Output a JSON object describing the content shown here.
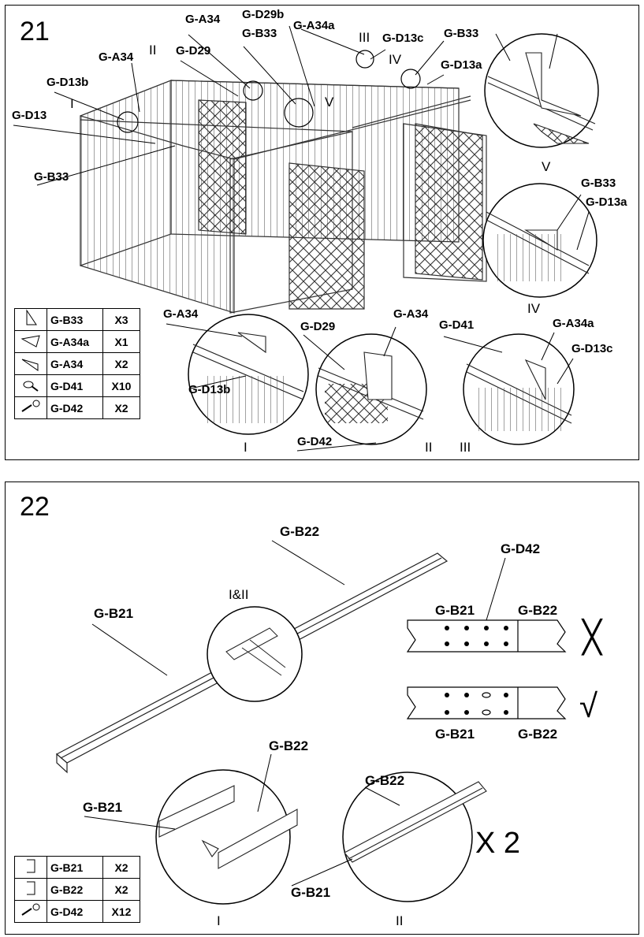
{
  "step21": {
    "number": "21",
    "callouts": [
      "G-A34",
      "G-D29b",
      "G-A34a",
      "G-D13c",
      "G-B33",
      "G-D29",
      "G-A34",
      "G-B33",
      "G-D13a",
      "G-D13b",
      "G-D13",
      "G-B33",
      "G-B33",
      "G-D13a",
      "G-A34",
      "G-D29",
      "G-A34",
      "G-D41",
      "G-A34a",
      "G-D13c",
      "G-D13b",
      "G-D42"
    ],
    "roman": [
      "I",
      "II",
      "III",
      "IV",
      "V",
      "V",
      "IV",
      "I",
      "II",
      "III"
    ],
    "parts": [
      {
        "icon": "bracket-b33-icon",
        "name": "G-B33",
        "qty": "X3"
      },
      {
        "icon": "bracket-a34a-icon",
        "name": "G-A34a",
        "qty": "X1"
      },
      {
        "icon": "bracket-a34-icon",
        "name": "G-A34",
        "qty": "X2"
      },
      {
        "icon": "screw-icon",
        "name": "G-D41",
        "qty": "X10"
      },
      {
        "icon": "bolt-nut-icon",
        "name": "G-D42",
        "qty": "X2"
      }
    ]
  },
  "step22": {
    "number": "22",
    "callouts": [
      "G-B22",
      "G-B21",
      "G-D42",
      "G-B21",
      "G-B22",
      "G-B21",
      "G-B22",
      "G-B22",
      "G-B21",
      "G-B22",
      "G-B21"
    ],
    "roman": [
      "I&II",
      "I",
      "II"
    ],
    "multiplier": "X 2",
    "marks": [
      "╳",
      "√"
    ],
    "parts": [
      {
        "icon": "channel-b21-icon",
        "name": "G-B21",
        "qty": "X2"
      },
      {
        "icon": "channel-b22-icon",
        "name": "G-B22",
        "qty": "X2"
      },
      {
        "icon": "bolt-nut-icon",
        "name": "G-D42",
        "qty": "X12"
      }
    ]
  }
}
